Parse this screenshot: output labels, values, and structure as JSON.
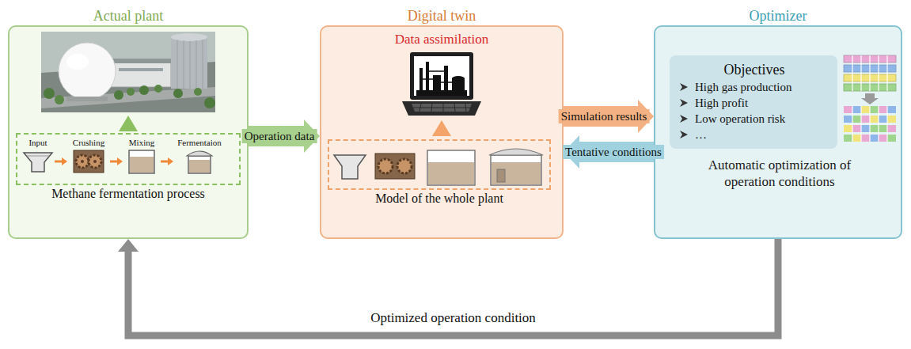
{
  "diagram": {
    "nodes": [
      {
        "text": [
          "Actual plant"
        ]
      },
      {
        "text": [
          "Methane fermentation process"
        ],
        "in": 0
      },
      {
        "text": [
          "Input"
        ],
        "in": 1
      },
      {
        "text": [
          "Crushing"
        ],
        "in": 1
      },
      {
        "text": [
          "Mixing"
        ],
        "in": 1
      },
      {
        "text": [
          "Fermentaion"
        ],
        "in": 1
      },
      {
        "text": [
          "Digital twin",
          "Data assimilation"
        ]
      },
      {
        "text": [
          "Model of the whole plant"
        ],
        "in": 6
      },
      {
        "text": [
          "Optimizer",
          "Automatic optimization of operation conditions"
        ]
      },
      {
        "text": [
          "Objectives",
          "High gas production",
          "High profit",
          "Low operation risk",
          "…"
        ],
        "in": 8
      }
    ],
    "edges": [
      {
        "from": 2,
        "to": 3,
        "arrow": "to"
      },
      {
        "from": 3,
        "to": 4,
        "arrow": "to"
      },
      {
        "from": 4,
        "to": 5,
        "arrow": "to"
      },
      {
        "from": 0,
        "to": 6,
        "label": "Operation data",
        "arrow": "to"
      },
      {
        "from": 6,
        "to": 8,
        "label": "Simulation results",
        "arrow": "to"
      },
      {
        "from": 8,
        "to": 6,
        "label": "Tentative conditions",
        "arrow": "to"
      },
      {
        "from": 8,
        "to": 0,
        "label": "Optimized operation condition",
        "arrow": "to"
      }
    ]
  }
}
